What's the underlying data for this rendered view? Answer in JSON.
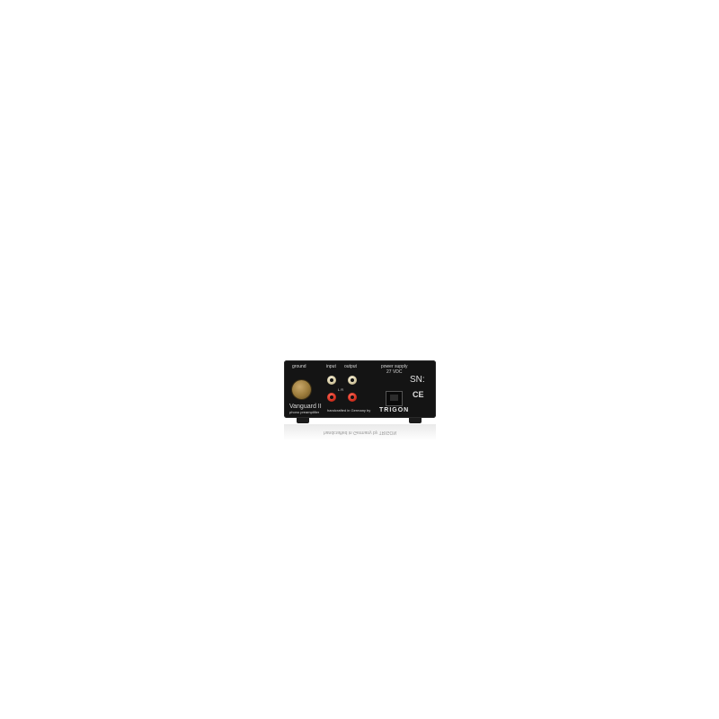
{
  "device": {
    "ground_label": "ground",
    "input_label": "input",
    "output_label": "output",
    "power_label": "power supply",
    "power_voltage": "27 VDC",
    "serial_label": "SN:",
    "model_name": "Vanguard II",
    "model_subtitle": "phono preamplifier",
    "made_in": "handcrafted in Germany by",
    "brand": "TRIGON",
    "ce_mark": "CE",
    "channel_mark": "L R",
    "reflection_text": "handcrafted in Germany by TRIGON"
  }
}
